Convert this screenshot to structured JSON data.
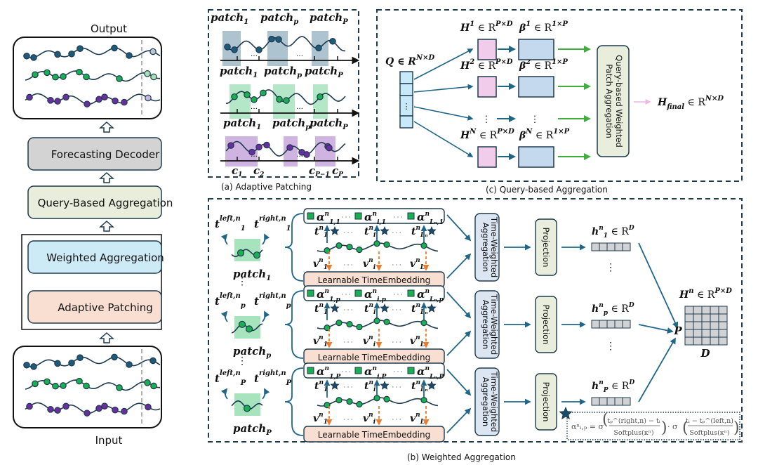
{
  "pipeline": {
    "output_label": "Output",
    "input_label": "Input",
    "stages": [
      {
        "id": "forecasting-decoder",
        "label": "Forecasting Decoder",
        "fill": "#d3d3d3"
      },
      {
        "id": "query-based-aggregation",
        "label": "Query-Based Aggregation",
        "fill": "#e9eedc"
      },
      {
        "id": "weighted-aggregation",
        "label": "Weighted Aggregation",
        "fill": "#cdeaf7"
      },
      {
        "id": "adaptive-patching",
        "label": "Adaptive Patching",
        "fill": "#f9dfd2"
      }
    ]
  },
  "colors": {
    "series_blue": "#1e5a7a",
    "series_green": "#18b050",
    "series_purple": "#6a2ea0",
    "series_blue_light": "#b7c6d4",
    "series_green_light": "#a9e0b5",
    "series_purple_light": "#c8b8de",
    "patch_blue": "#9fb8c8",
    "patch_green": "#a7e3bd",
    "patch_purple": "#c7a7dc",
    "arrow_blue": "#1f6689",
    "arrow_green": "#3fae3f",
    "arrow_orange": "#ee7a2c",
    "arrow_pink": "#f1b6e2",
    "h_box": "#f1cdeb",
    "beta_box": "#c4d8ee",
    "q_cell": "#c8e9f8",
    "qbwpa_box": "#e9eedc",
    "twa_box": "#dce6f2",
    "proj_box": "#e9eedc",
    "time_embedding": "#f9dfd2",
    "grid_cell": "#d0d2d4",
    "dashed_border": "#1e3a4f"
  },
  "panel_a": {
    "caption": "(a) Adaptive Patching",
    "rows": [
      {
        "labels": [
          "patch₁",
          "patchₚ",
          "patchₚ"
        ],
        "sub": [
          "1",
          "p",
          "P"
        ]
      },
      {
        "labels": [
          "patch₁",
          "patchₚ",
          "patchₚ"
        ],
        "sub": [
          "1",
          "p",
          "P"
        ]
      },
      {
        "labels": [
          "patch₁",
          "patchₚ",
          "patchₚ"
        ],
        "sub": [
          "1",
          "p",
          "P"
        ]
      }
    ],
    "patch_word": "patch",
    "ellipsis": "…",
    "axis_labels": [
      {
        "base": "c",
        "sub": "1"
      },
      {
        "base": "c",
        "sub": "2"
      },
      {
        "base": "c",
        "sub": "P−1"
      },
      {
        "base": "c",
        "sub": "P"
      }
    ]
  },
  "panel_c": {
    "caption": "(c) Query-based Aggregation",
    "q_label": {
      "base": "Q ∈ R",
      "sup": "N×D"
    },
    "q_dots": "⋮",
    "rows": [
      {
        "h": {
          "base": "H",
          "sup1": "1",
          "mid": " ∈ R",
          "sup2": "P×D"
        },
        "beta": {
          "base": "β",
          "sup1": "1",
          "mid": " ∈ R",
          "sup2": "1×P"
        }
      },
      {
        "h": {
          "base": "H",
          "sup1": "2",
          "mid": " ∈ R",
          "sup2": "P×D"
        },
        "beta": {
          "base": "β",
          "sup1": "2",
          "mid": " ∈ R",
          "sup2": "1×P"
        }
      },
      {
        "h": {
          "base": "H",
          "sup1": "N",
          "mid": " ∈ R",
          "sup2": "P×D"
        },
        "beta": {
          "base": "β",
          "sup1": "N",
          "mid": " ∈ R",
          "sup2": "1×P"
        }
      }
    ],
    "vdots": "⋮",
    "aggregator_label_1": "Query-based Weighted",
    "aggregator_label_2": "Patch Aggregation",
    "final": {
      "base": "H",
      "sub": "final",
      "mid": " ∈ R",
      "sup": "N×D"
    }
  },
  "panel_b": {
    "caption": "(b) Weighted Aggregation",
    "rows": [
      {
        "t_left": {
          "base": "t",
          "sub": "1",
          "sup": "left,n"
        },
        "t_right": {
          "base": "t",
          "sub": "1",
          "sup": "right,n"
        },
        "patch": {
          "base": "patch",
          "sub": "1"
        },
        "alphas": [
          {
            "sub": "1,1"
          },
          {
            "sub": "i,1"
          },
          {
            "sub": "Lₙ,1"
          }
        ],
        "h_out": {
          "base": "h",
          "sub": "1",
          "sup": "n",
          "mid": " ∈ R",
          "sup2": "D"
        }
      },
      {
        "t_left": {
          "base": "t",
          "sub": "p",
          "sup": "left,n"
        },
        "t_right": {
          "base": "t",
          "sub": "p",
          "sup": "right,n"
        },
        "patch": {
          "base": "patch",
          "sub": "p"
        },
        "alphas": [
          {
            "sub": "1,p"
          },
          {
            "sub": "i,p"
          },
          {
            "sub": "Lₙ,p"
          }
        ],
        "h_out": {
          "base": "h",
          "sub": "p",
          "sup": "n",
          "mid": " ∈ R",
          "sup2": "D"
        }
      },
      {
        "t_left": {
          "base": "t",
          "sub": "P",
          "sup": "left,n"
        },
        "t_right": {
          "base": "t",
          "sub": "P",
          "sup": "right,n"
        },
        "patch": {
          "base": "patch",
          "sub": "P"
        },
        "alphas": [
          {
            "sub": "1,P"
          },
          {
            "sub": "i,P"
          },
          {
            "sub": "Lₙ,P"
          }
        ],
        "h_out": {
          "base": "h",
          "sub": "P",
          "sup": "n",
          "mid": " ∈ R",
          "sup2": "D"
        }
      }
    ],
    "alpha_base": "α",
    "alpha_sup": "n",
    "t_labels": [
      {
        "base": "t",
        "sub": "1",
        "sup": "n"
      },
      {
        "base": "t",
        "sub": "i",
        "sup": "n"
      },
      {
        "base": "t",
        "sub": "Lₙ",
        "sup": "n"
      }
    ],
    "v_labels": [
      {
        "base": "v",
        "sub": "1",
        "sup": "n"
      },
      {
        "base": "v",
        "sub": "i",
        "sup": "n"
      },
      {
        "base": "v",
        "sub": "Lₙ",
        "sup": "n"
      }
    ],
    "time_embedding_label": "Learnable TimeEmbedding",
    "twa_label_1": "Time-Weighted",
    "twa_label_2": "Aggregation",
    "projection_label": "Projection",
    "hn_label": {
      "base": "H",
      "sup": "n",
      "mid": " ∈ R",
      "sup2": "P×D"
    },
    "p_label": "P",
    "d_label": "D",
    "ellipsis": "· · ·",
    "vdots": "⋮",
    "formula": {
      "lhs": "αⁿᵢ,ₚ = σ",
      "num1": "tₚ^(right,n) − tᵢ",
      "den1": "Softplus(κⁿ)",
      "dot": "· σ",
      "num2": "tᵢ − tₚ^(left,n)",
      "den2": "Softplus(κⁿ)"
    }
  }
}
